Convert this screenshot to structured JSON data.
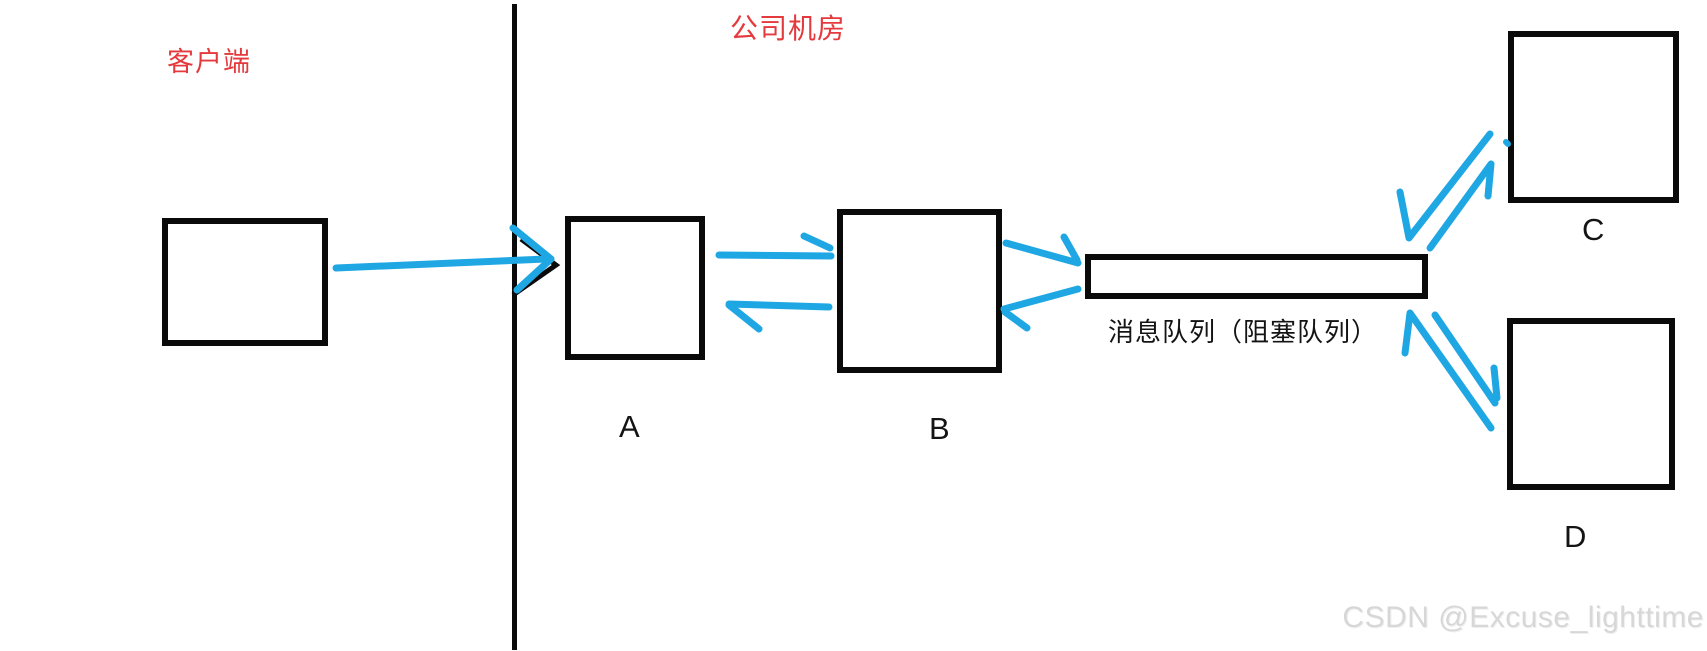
{
  "zones": {
    "client_label": "客户端",
    "server_label": "公司机房"
  },
  "nodes": {
    "client": {
      "label": ""
    },
    "server_a": {
      "label": "A"
    },
    "server_b": {
      "label": "B"
    },
    "server_c": {
      "label": "C"
    },
    "server_d": {
      "label": "D"
    },
    "queue": {
      "label": "消息队列（阻塞队列）"
    }
  },
  "watermark": "CSDN @Excuse_lighttime",
  "colors": {
    "arrow-blue": "#1fa7e4",
    "zone-red": "#e4393d",
    "ink-black": "#0a0a0a",
    "watermark-gray": "#d7d7d7"
  }
}
